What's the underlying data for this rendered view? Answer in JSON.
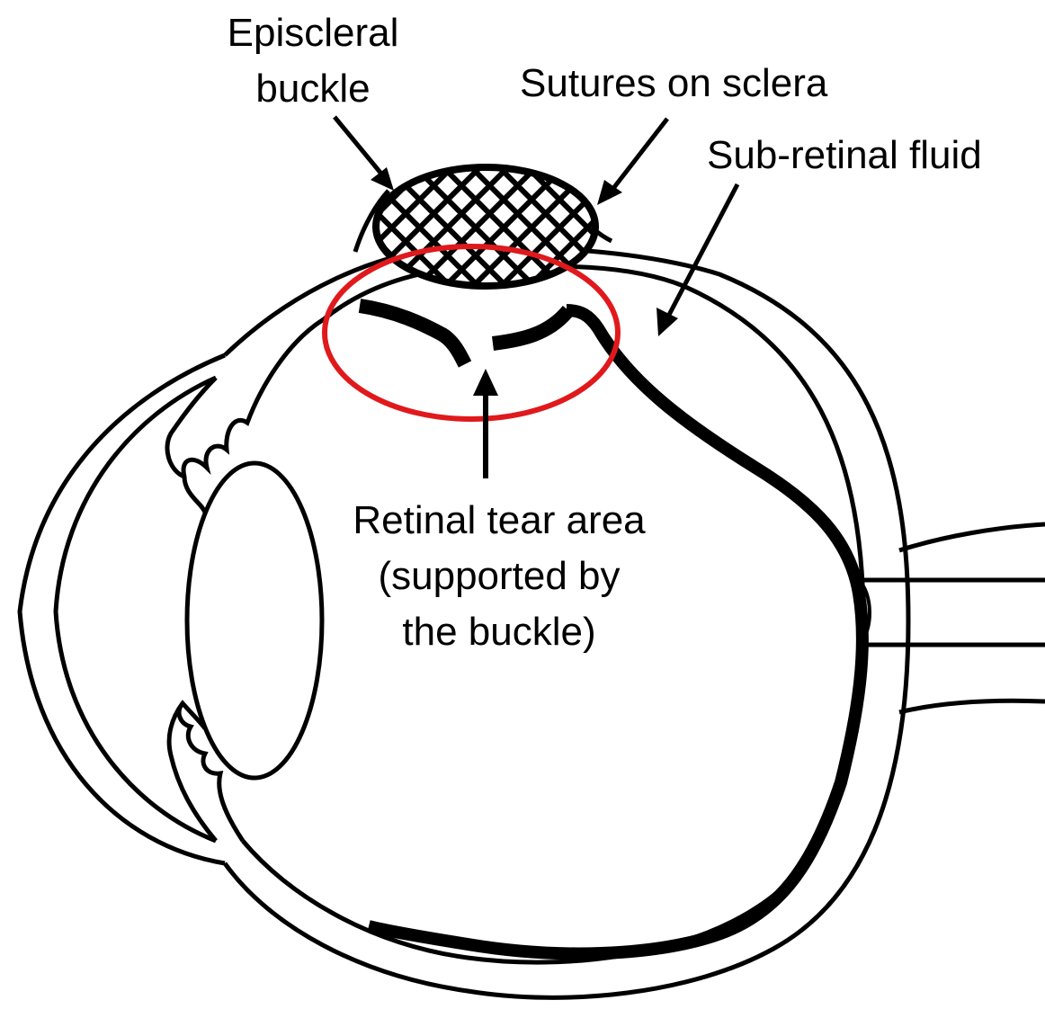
{
  "labels": {
    "episcleral_buckle": [
      "Episcleral",
      "buckle"
    ],
    "sutures": "Sutures on sclera",
    "subretinal_fluid": "Sub-retinal fluid",
    "retinal_tear": [
      "Retinal tear area",
      "(supported by",
      "the buckle)"
    ]
  },
  "colors": {
    "line": "#000000",
    "highlight_ellipse": "#e0191c",
    "background": "#ffffff"
  }
}
